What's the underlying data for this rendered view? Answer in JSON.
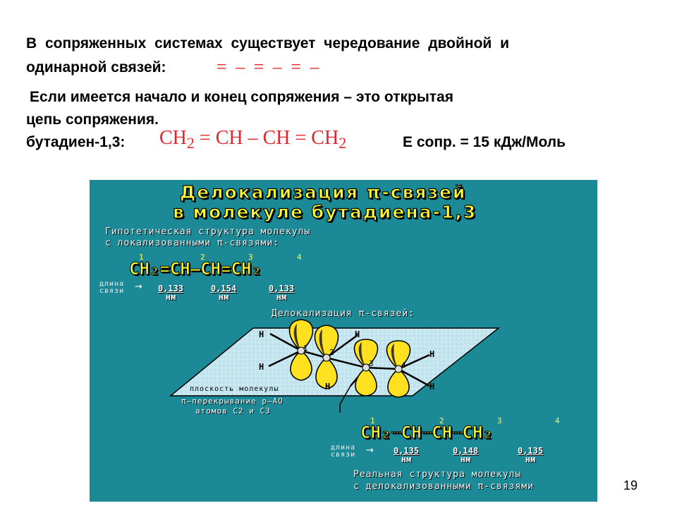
{
  "slide": {
    "intro_line1": "В сопряженных системах существует чередование двойной и",
    "intro_line2": "одинарной связей:",
    "bond_pattern": "= – = – = –",
    "open_chain_line1": "Если имеется начало и конец сопряжения – это открытая",
    "open_chain_line2": "цепь сопряжения.",
    "compound_label": "бутадиен-1,3:",
    "formula_main": "CH",
    "formula_main_sub": "2",
    "formula_mid": " = CH – CH = CH",
    "formula_end_sub": "2",
    "energy": "Е сопр. = 15 кДж/Моль",
    "page_number": "19"
  },
  "panel": {
    "title_line1": "Делокализация π-связей",
    "title_line2": "в молекуле бутадиена-1,3",
    "hypo_line1": "Гипотетическая структура молекулы",
    "hypo_line2": "с локализованными π-связями:",
    "atom_numbers": [
      "1",
      "2",
      "3",
      "4"
    ],
    "formula_localized": "CH₂=CH–CH=CH₂",
    "bond_length_label_1": "длина",
    "bond_length_label_2": "связи",
    "localized_lengths": [
      {
        "value": "0,133",
        "unit": "нм"
      },
      {
        "value": "0,154",
        "unit": "нм"
      },
      {
        "value": "0,133",
        "unit": "нм"
      }
    ],
    "deloc_heading": "Делокализация π-связей:",
    "plane_label": "плоскость молекулы",
    "overlap_line1": "π–перекрывание p–АО",
    "overlap_line2": "атомов С2 и С3",
    "formula_delocalized": "CH₂┈CH┈CH┈CH₂",
    "delocalized_lengths": [
      {
        "value": "0,135",
        "unit": "нм"
      },
      {
        "value": "0,148",
        "unit": "нм"
      },
      {
        "value": "0,135",
        "unit": "нм"
      }
    ],
    "real_line1": "Реальная структура молекулы",
    "real_line2": "с делокализованными π-связями",
    "atom_H": "H",
    "atom_C": "C",
    "c_numbers": [
      "1",
      "2",
      "3",
      "4"
    ]
  },
  "colors": {
    "accent_red": "#e3262b",
    "panel_bg": "#1b8a96",
    "plane": "#bfe3ef",
    "orbital": "#ffe11f",
    "formula_yellow": "#ffff33"
  }
}
